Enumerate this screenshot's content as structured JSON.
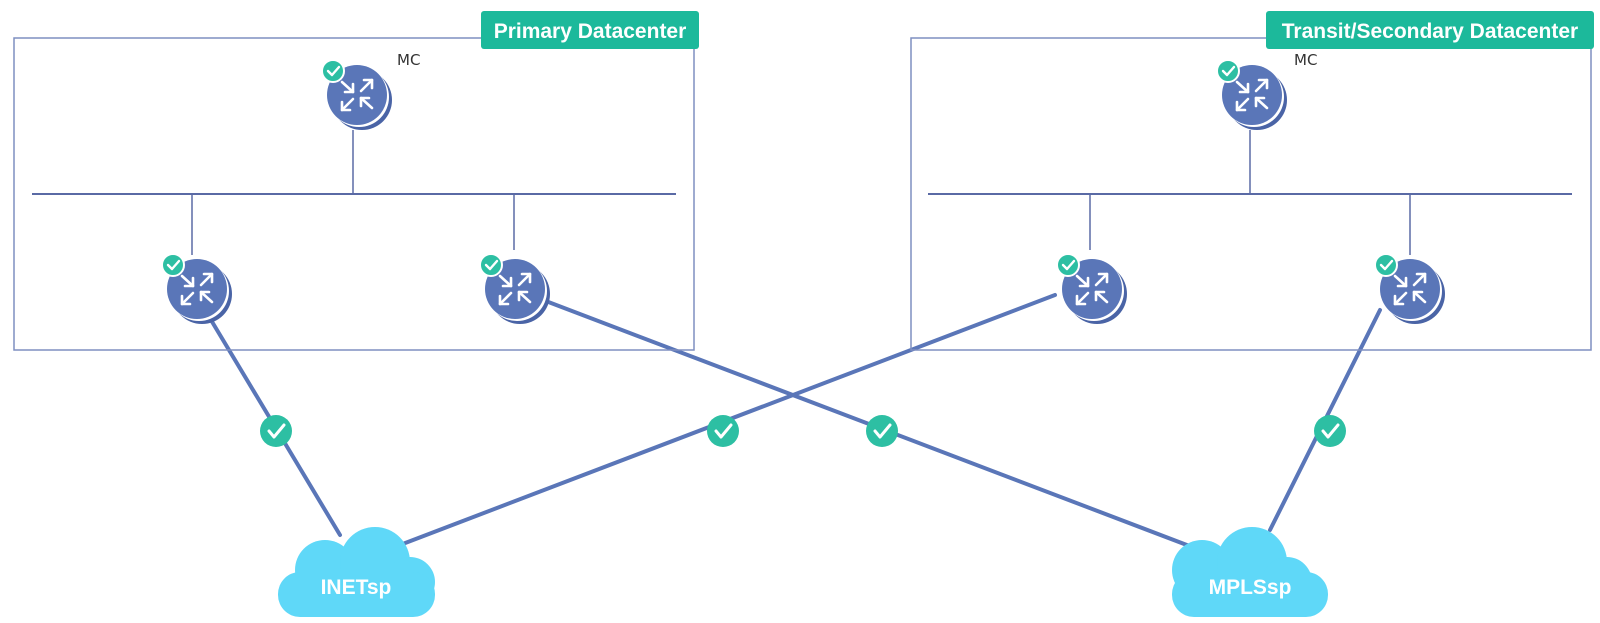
{
  "colors": {
    "frame": "#7f8fc1",
    "bus": "#5a6aa5",
    "link": "#5a76b8",
    "router": "#5a76b8",
    "router_shadow": "#4a64a6",
    "label_bg": "#1cb99b",
    "check": "#2dbfa3",
    "cloud": "#5fd8f8"
  },
  "datacenters": [
    {
      "id": "primary",
      "label": "Primary Datacenter",
      "mc_label": "MC"
    },
    {
      "id": "secondary",
      "label": "Transit/Secondary Datacenter",
      "mc_label": "MC"
    }
  ],
  "clouds": [
    {
      "id": "inet",
      "label": "INETsp"
    },
    {
      "id": "mpls",
      "label": "MPLSsp"
    }
  ],
  "routers": [
    {
      "id": "primary-mc",
      "status": "ok",
      "icon": "router-icon"
    },
    {
      "id": "primary-br1",
      "status": "ok",
      "icon": "router-icon"
    },
    {
      "id": "primary-br2",
      "status": "ok",
      "icon": "router-icon"
    },
    {
      "id": "secondary-mc",
      "status": "ok",
      "icon": "router-icon"
    },
    {
      "id": "secondary-br1",
      "status": "ok",
      "icon": "router-icon"
    },
    {
      "id": "secondary-br2",
      "status": "ok",
      "icon": "router-icon"
    }
  ],
  "links": [
    {
      "from": "primary-br1",
      "to": "inet",
      "status": "ok"
    },
    {
      "from": "primary-br2",
      "to": "mpls",
      "status": "ok"
    },
    {
      "from": "secondary-br1",
      "to": "inet",
      "status": "ok"
    },
    {
      "from": "secondary-br2",
      "to": "mpls",
      "status": "ok"
    }
  ]
}
